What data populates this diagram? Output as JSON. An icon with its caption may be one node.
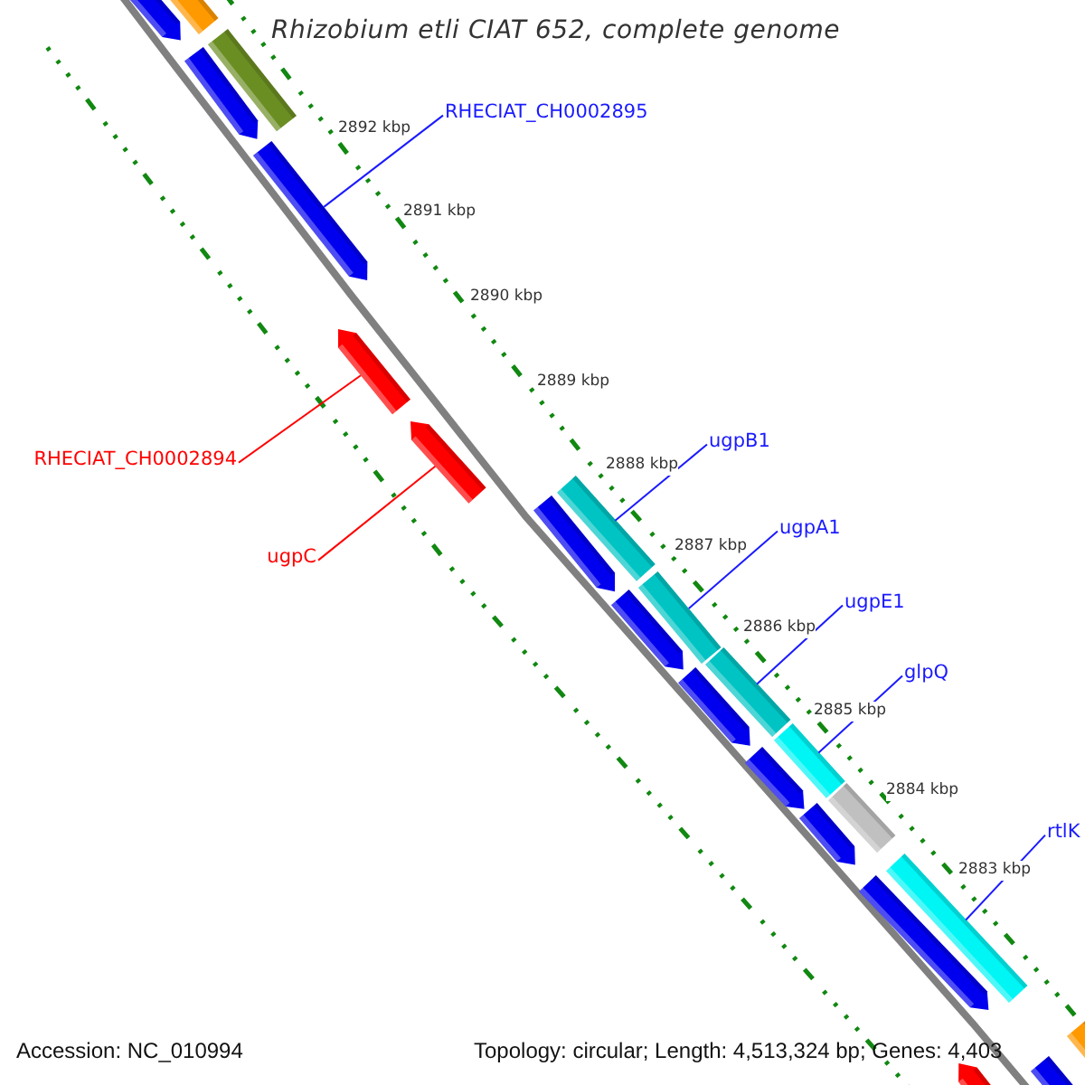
{
  "diagram": {
    "title": "Rhizobium etli CIAT 652, complete genome",
    "nodes": [
      {
        "text": [],
        "shape": "bar"
      },
      {
        "text": [],
        "shape": "bar"
      },
      {
        "text": [],
        "shape": "bar"
      },
      {
        "text": [],
        "shape": "bar"
      },
      {
        "text": [
          "RHECIAT_CH0002895"
        ]
      },
      {
        "text": [],
        "shape": "bar"
      },
      {
        "text": [
          "RHECIAT_CH0002894"
        ]
      },
      {
        "text": [],
        "shape": "bar"
      },
      {
        "text": [
          "ugpC"
        ]
      },
      {
        "text": [],
        "shape": "bar"
      },
      {
        "text": [
          "ugpB1"
        ]
      },
      {
        "text": [],
        "shape": "bar"
      },
      {
        "text": [],
        "shape": "bar"
      },
      {
        "text": [
          "ugpA1"
        ]
      },
      {
        "text": [],
        "shape": "bar"
      },
      {
        "text": [],
        "shape": "bar"
      },
      {
        "text": [
          "ugpE1"
        ]
      },
      {
        "text": [],
        "shape": "bar"
      },
      {
        "text": [],
        "shape": "bar"
      },
      {
        "text": [
          "glpQ"
        ]
      },
      {
        "text": [],
        "shape": "bar"
      },
      {
        "text": [],
        "shape": "bar"
      },
      {
        "text": [],
        "shape": "bar"
      },
      {
        "text": [],
        "shape": "bar"
      },
      {
        "text": [
          "rtlK"
        ]
      },
      {
        "text": [],
        "shape": "bar"
      },
      {
        "text": [],
        "shape": "bar"
      },
      {
        "text": [],
        "shape": "bar"
      },
      {
        "text": [],
        "shape": "bar"
      },
      {
        "text": [],
        "shape": "bar"
      }
    ],
    "edges": [
      {
        "from": 4,
        "to": 5,
        "arrow": "none"
      },
      {
        "from": 6,
        "to": 7,
        "arrow": "none",
        "color": "#ff0000"
      },
      {
        "from": 8,
        "to": 9,
        "arrow": "none",
        "color": "#ff0000"
      },
      {
        "from": 10,
        "to": 11,
        "arrow": "none"
      },
      {
        "from": 13,
        "to": 14,
        "arrow": "none"
      },
      {
        "from": 16,
        "to": 17,
        "arrow": "none"
      },
      {
        "from": 19,
        "to": 20,
        "arrow": "none"
      },
      {
        "from": 24,
        "to": 25,
        "arrow": "none"
      }
    ],
    "labels": [
      "2892 kbp",
      "2891 kbp",
      "2890 kbp",
      "2889 kbp",
      "2888 kbp",
      "2887 kbp",
      "2886 kbp",
      "2885 kbp",
      "2884 kbp",
      "2883 kbp",
      "Accession: NC_010994",
      "Topology: circular; Length: 4,513,324 bp; Genes: 4,403"
    ]
  }
}
